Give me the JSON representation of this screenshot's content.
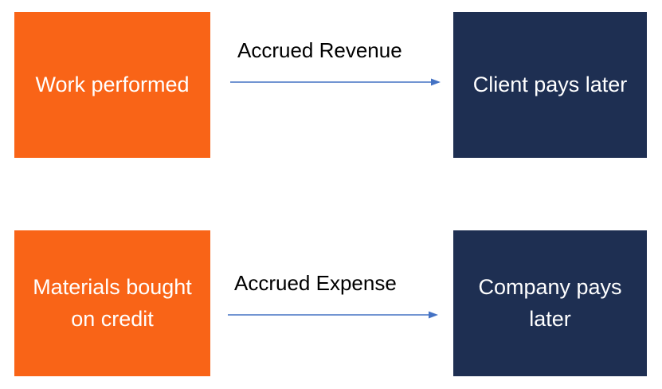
{
  "rows": [
    {
      "source": "Work performed",
      "relation": "Accrued Revenue",
      "target": "Client pays later"
    },
    {
      "source": "Materials bought on credit",
      "relation": "Accrued Expense",
      "target": "Company pays later"
    }
  ],
  "colors": {
    "source_fill": "#f96417",
    "target_fill": "#1e2f52",
    "arrow": "#4472c4"
  }
}
